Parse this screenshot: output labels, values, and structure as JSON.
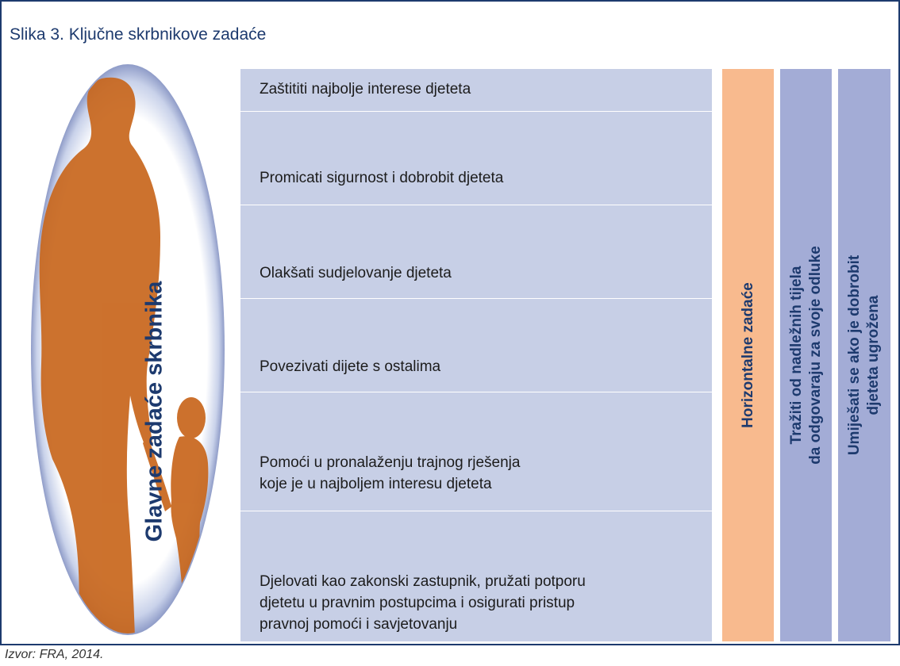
{
  "title": "Slika 3. Ključne skrbnikove zadaće",
  "oval_label": "Glavne zadaće skrbnika",
  "tasks": [
    "Zaštititi najbolje interese djeteta",
    "Promicati sigurnost i dobrobit djeteta",
    "Olakšati sudjelovanje djeteta",
    "Povezivati dijete s ostalima",
    "Pomoći u pronalaženju trajnog rješenja\nkoje je u najboljem interesu djeteta",
    "Djelovati kao zakonski zastupnik, pružati potporu\ndjetetu u pravnim postupcima i osigurati pristup\npravnoj pomoći i savjetovanju"
  ],
  "columns": [
    "Horizontalne zadaće",
    "Tražiti od nadležnih tijela\nda odgovaraju za svoje odluke",
    "Umiješati se ako je dobrobit\ndjeteta ugrožena"
  ],
  "source": "Izvor: FRA, 2014.",
  "colors": {
    "frame": "#1d3a6e",
    "task_bg": "#c7cfe6",
    "horizontal_col": "#f8ba8e",
    "blue_col": "#a3acd6",
    "figure": "#c8661c"
  }
}
